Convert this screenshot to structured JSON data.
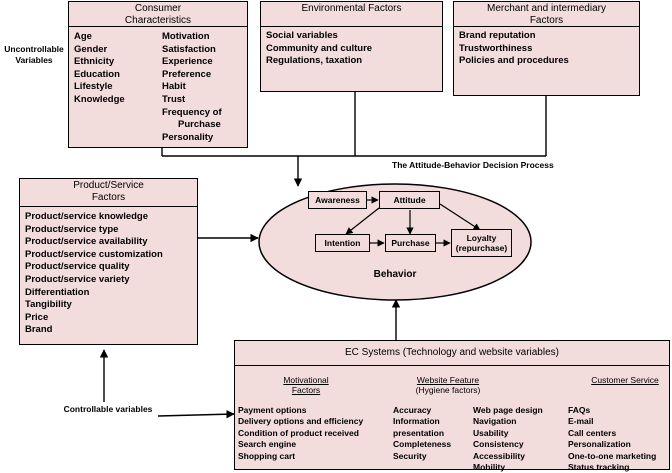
{
  "uncontrollable_label": "Uncontrollable Variables",
  "controllable_label": "Controllable variables",
  "consumer": {
    "title": "Consumer Characteristics",
    "col1": [
      "Age",
      "Gender",
      "Ethnicity",
      "Education",
      "Lifestyle",
      "Knowledge"
    ],
    "col2": [
      "Motivation",
      "Satisfaction",
      "Experience",
      "Preference",
      "Habit",
      "Trust",
      "Frequency of",
      "Purchase",
      "Personality"
    ]
  },
  "environmental": {
    "title": "Environmental Factors",
    "items": [
      "Social variables",
      "Community and culture",
      "Regulations, taxation"
    ]
  },
  "merchant": {
    "title": "Merchant and intermediary Factors",
    "items": [
      "Brand reputation",
      "Trustworthiness",
      "Policies and procedures"
    ]
  },
  "product": {
    "title": "Product/Service Factors",
    "items": [
      "Product/service knowledge",
      "Product/service type",
      "Product/service availability",
      "Product/service  customization",
      "Product/service quality",
      "Product/service variety",
      "Differentiation",
      "Tangibility",
      "Price",
      "Brand"
    ]
  },
  "process": {
    "title": "The Attitude-Behavior Decision Process",
    "awareness": "Awareness",
    "attitude": "Attitude",
    "intention": "Intention",
    "purchase": "Purchase",
    "loyalty": "Loyalty (repurchase)",
    "behavior": "Behavior"
  },
  "ec": {
    "title": "EC Systems (Technology and website variables)",
    "motivational_header": "Motivational Factors",
    "website_header": "Website Feature",
    "website_subheader": "(Hygiene factors)",
    "service_header": "Customer Service",
    "motivational_items": [
      "Payment options",
      "Delivery options and efficiency",
      "Condition of product received",
      "Search engine",
      "Shopping cart"
    ],
    "website_col1": [
      "Accuracy",
      "Information",
      "presentation",
      "Completeness",
      "Security"
    ],
    "website_col2": [
      "Web page design",
      "Navigation",
      "Usability",
      "Consistency",
      "Accessibility",
      "Mobility"
    ],
    "service_items": [
      "FAQs",
      "E-mail",
      "Call centers",
      "Personalization",
      "One-to-one marketing",
      "Status tracking"
    ]
  }
}
